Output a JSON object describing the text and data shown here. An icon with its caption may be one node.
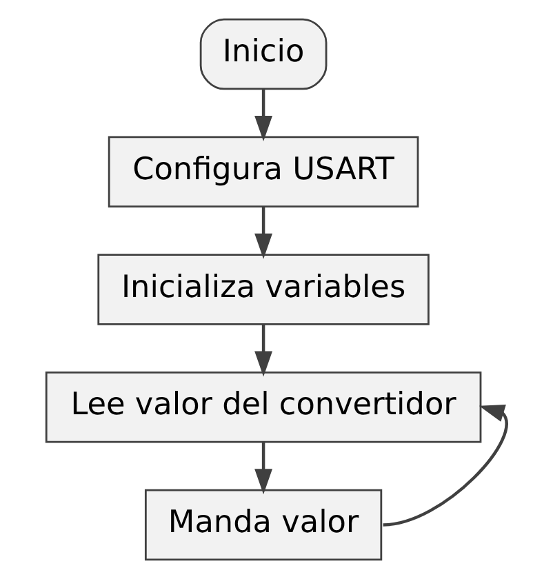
{
  "diagram": {
    "nodes": [
      {
        "text": [
          "Inicio"
        ]
      },
      {
        "text": [
          "Configura USART"
        ]
      },
      {
        "text": [
          "Inicializa variables"
        ]
      },
      {
        "text": [
          "Lee valor del convertidor"
        ]
      },
      {
        "text": [
          "Manda valor"
        ]
      }
    ],
    "edges": [
      {
        "from": 0,
        "to": 1,
        "arrow": "to"
      },
      {
        "from": 1,
        "to": 2,
        "arrow": "to"
      },
      {
        "from": 2,
        "to": 3,
        "arrow": "to"
      },
      {
        "from": 3,
        "to": 4,
        "arrow": "to"
      },
      {
        "from": 4,
        "to": 3,
        "arrow": "to"
      }
    ]
  }
}
